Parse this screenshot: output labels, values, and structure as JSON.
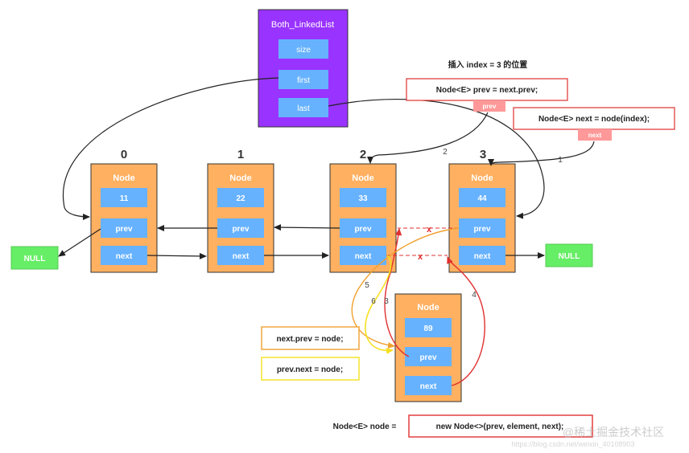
{
  "linkedlist": {
    "title": "Both_LinkedList",
    "fields": [
      "size",
      "first",
      "last"
    ]
  },
  "index_labels": [
    "0",
    "1",
    "2",
    "3"
  ],
  "nodes": [
    {
      "title": "Node",
      "value": "11",
      "prev": "prev",
      "next": "next"
    },
    {
      "title": "Node",
      "value": "22",
      "prev": "prev",
      "next": "next"
    },
    {
      "title": "Node",
      "value": "33",
      "prev": "prev",
      "next": "next"
    },
    {
      "title": "Node",
      "value": "44",
      "prev": "prev",
      "next": "next"
    }
  ],
  "new_node": {
    "title": "Node",
    "value": "89",
    "prev": "prev",
    "next": "next"
  },
  "null_labels": [
    "NULL",
    "NULL"
  ],
  "insert_title": "插入 index = 3 的位置",
  "code": {
    "prev_decl": "Node<E> prev = next.prev;",
    "prev_tag": "prev",
    "next_decl": "Node<E> next = node(index);",
    "next_tag": "next",
    "next_prev_assign": "next.prev = node;",
    "prev_next_assign": "prev.next = node;",
    "node_decl_prefix": "Node<E> node =",
    "node_decl_expr": "new Node<>(prev, element, next);"
  },
  "step_labels": [
    "1",
    "2",
    "3",
    "4",
    "5",
    "6"
  ],
  "cross_marks": [
    "x",
    "x"
  ],
  "watermark": {
    "site": "@稀土掘金技术社区",
    "url": "https://blog.csdn.net/weixin_40108903"
  },
  "colors": {
    "node_fill": "#FFB061",
    "field_fill": "#66B2FF",
    "purple": "#9933FF",
    "null_green": "#66EE66",
    "red": "#E03030",
    "orange": "#F0A030",
    "yellow": "#F5E020",
    "tag_pink": "#FF9999"
  }
}
